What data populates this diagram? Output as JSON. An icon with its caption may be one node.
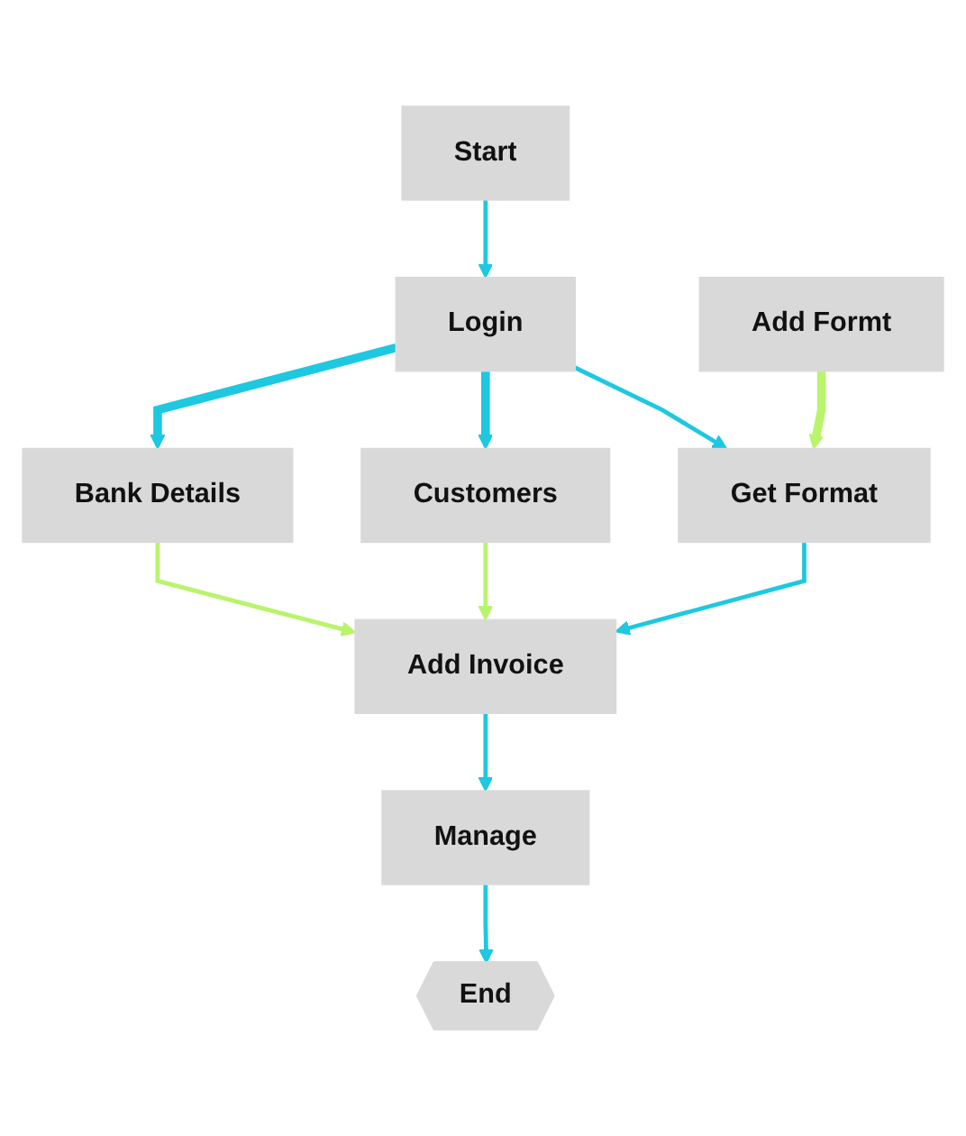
{
  "diagram": {
    "nodes": [
      {
        "text": [
          "Start"
        ]
      },
      {
        "text": [
          "Login"
        ]
      },
      {
        "text": [
          "Bank Details"
        ]
      },
      {
        "text": [
          "Customers"
        ]
      },
      {
        "text": [
          "Add Formt"
        ]
      },
      {
        "text": [
          "Get Format"
        ]
      },
      {
        "text": [
          "Add Invoice"
        ]
      },
      {
        "text": [
          "Manage"
        ]
      },
      {
        "text": [
          "End"
        ]
      }
    ],
    "edges": [
      {
        "from": 0,
        "to": 1,
        "arrow": "to"
      },
      {
        "from": 1,
        "to": 2,
        "arrow": "to",
        "style": "thick"
      },
      {
        "from": 1,
        "to": 3,
        "arrow": "to",
        "style": "thick"
      },
      {
        "from": 1,
        "to": 5,
        "arrow": "to"
      },
      {
        "from": 4,
        "to": 5,
        "arrow": "to",
        "style": "thick",
        "color": "#b8f46c"
      },
      {
        "from": 5,
        "to": 6,
        "arrow": "to"
      },
      {
        "from": 2,
        "to": 6,
        "arrow": "to",
        "color": "#b8f46c"
      },
      {
        "from": 3,
        "to": 6,
        "arrow": "to",
        "color": "#b8f46c"
      },
      {
        "from": 6,
        "to": 7,
        "arrow": "to"
      },
      {
        "from": 7,
        "to": 8,
        "arrow": "to"
      }
    ]
  }
}
